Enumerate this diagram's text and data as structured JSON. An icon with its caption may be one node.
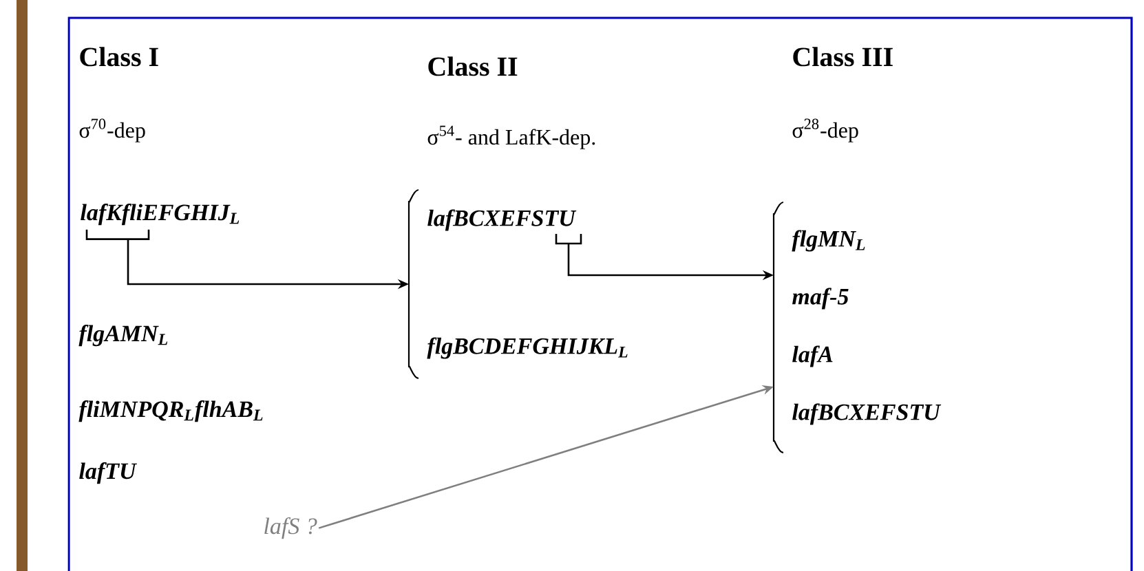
{
  "diagram": {
    "nodes": [
      {
        "text": [
          "lafKfliEFGHIJ$_{L}$"
        ]
      },
      {
        "text": [
          "lafBCXEFSTU",
          "flgBCDEFGHIJKL$_{L}$"
        ]
      },
      {
        "text": [
          "flgMN$_{L}$",
          "maf-5",
          "lafA",
          "lafBCXEFSTU"
        ]
      },
      {
        "text": [
          "lafS ?"
        ]
      }
    ],
    "edges": [
      {
        "from": 0,
        "to": 1,
        "arrow": "to"
      },
      {
        "from": 1,
        "to": 2,
        "arrow": "to"
      },
      {
        "from": 3,
        "to": 2,
        "arrow": "to",
        "color": "#7f7f7f"
      }
    ],
    "labels": [
      "Class I",
      "Class II",
      "Class III",
      "σ$^{70}$-dep",
      "σ$^{54}$- and LafK-dep.",
      "σ$^{28}$-dep",
      "flgAMN$_{L}$",
      "fliMNPQR$_{L}$flhAB$_{L}$",
      "lafTU"
    ]
  }
}
